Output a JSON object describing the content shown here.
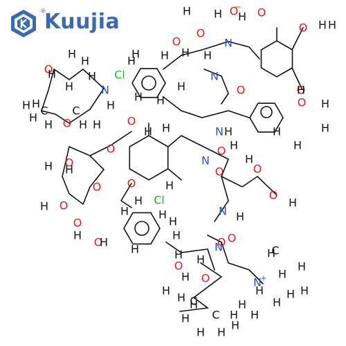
{
  "brand": {
    "name": "Kuujia",
    "registered_mark": "®",
    "color": "#3a6bb0"
  },
  "atom_colors": {
    "O": "#e11b1b",
    "N": "#2a4fd6",
    "Cl": "#1fb81f",
    "H": "#111111",
    "C": "#111111"
  },
  "labels": {
    "o_minus": "O",
    "minus_sign": "−",
    "n_plus": "N",
    "plus_sign": "+",
    "cl": "Cl",
    "o": "O",
    "n": "N",
    "h": "H",
    "c": "C"
  }
}
